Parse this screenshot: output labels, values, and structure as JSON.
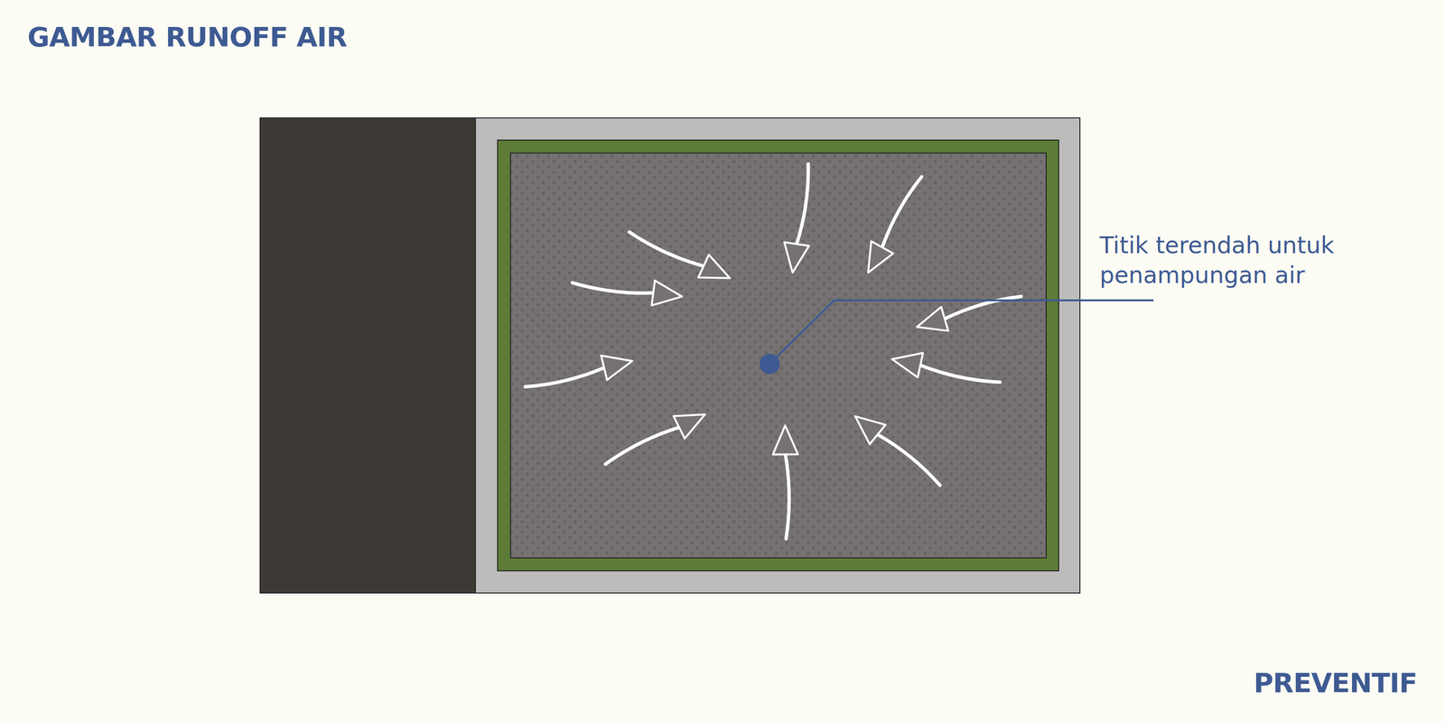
{
  "diagram": {
    "title": "GAMBAR RUNOFF AIR",
    "labels": [
      "Titik terendah untuk penampungan air",
      "PREVENTIF"
    ]
  }
}
